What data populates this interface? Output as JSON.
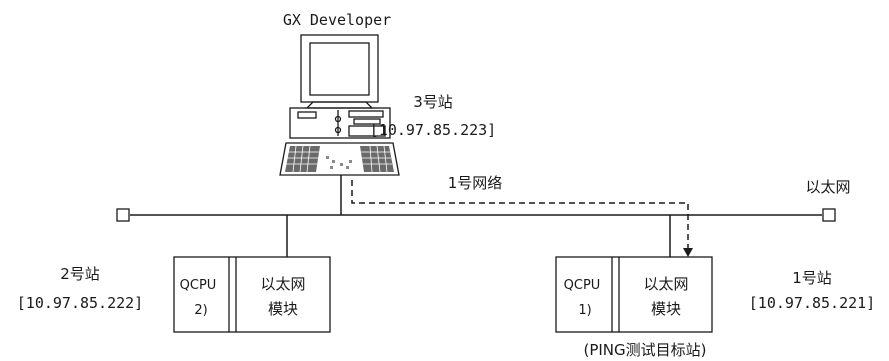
{
  "pc": {
    "title": "GX Developer"
  },
  "station3": {
    "label": "3号站",
    "ip": "[10.97.85.223]"
  },
  "network": {
    "name": "1号网络",
    "type": "以太网"
  },
  "station2": {
    "label": "2号站",
    "ip": "[10.97.85.222]",
    "cpu_line1": "QCPU",
    "cpu_line2": "2)",
    "eth_line1": "以太网",
    "eth_line2": "模块"
  },
  "station1": {
    "label": "1号站",
    "ip": "[10.97.85.221]",
    "cpu_line1": "QCPU",
    "cpu_line2": "1)",
    "eth_line1": "以太网",
    "eth_line2": "模块",
    "note": "(PING测试目标站)"
  }
}
